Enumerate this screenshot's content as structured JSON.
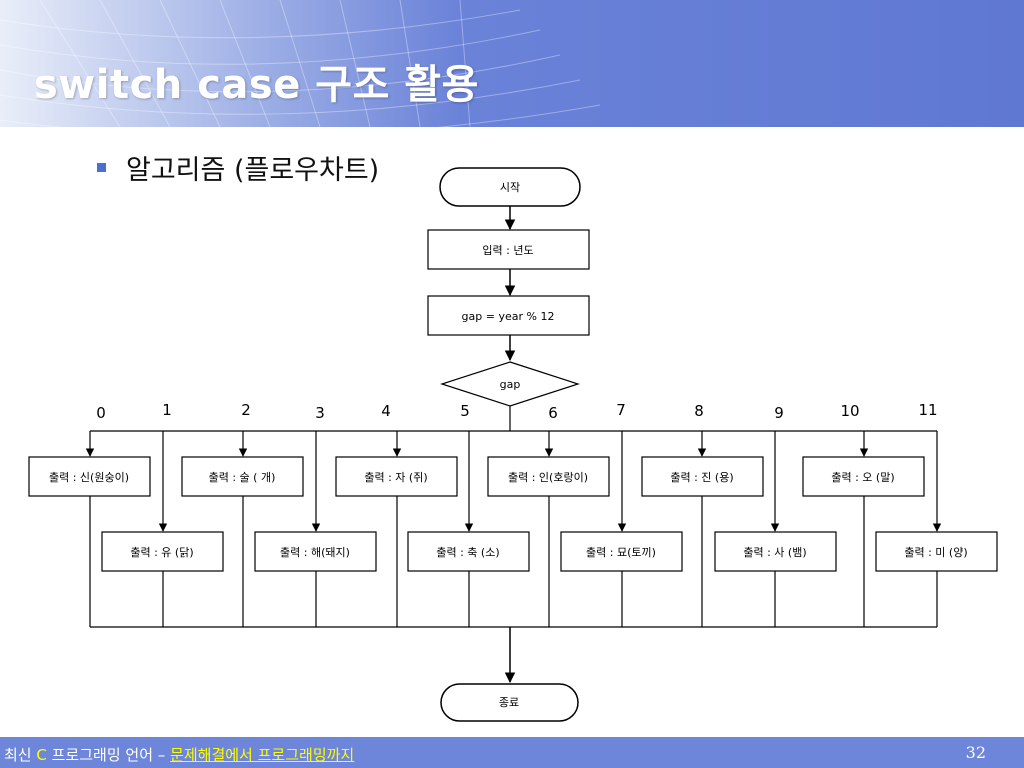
{
  "slide": {
    "title": "switch case 구조 활용",
    "bullet": "알고리즘 (플로우차트)"
  },
  "flowchart": {
    "start": "시작",
    "input": "입력 : 년도",
    "calc": "gap = year % 12",
    "decision": "gap",
    "end": "종료",
    "cases": [
      {
        "label": "0",
        "text": "출력 : 신(원숭이)"
      },
      {
        "label": "1",
        "text": "출력 : 유 (닭)"
      },
      {
        "label": "2",
        "text": "출력 : 술 ( 개)"
      },
      {
        "label": "3",
        "text": "출력 : 해(돼지)"
      },
      {
        "label": "4",
        "text": "출력 : 자 (쥐)"
      },
      {
        "label": "5",
        "text": "출력 : 축 (소)"
      },
      {
        "label": "6",
        "text": "출력 : 인(호랑이)"
      },
      {
        "label": "7",
        "text": "출력 : 묘(토끼)"
      },
      {
        "label": "8",
        "text": "출력 : 진 (용)"
      },
      {
        "label": "9",
        "text": "출력 : 사 (뱀)"
      },
      {
        "label": "10",
        "text": "출력 : 오 (말)"
      },
      {
        "label": "11",
        "text": "출력 : 미 (양)"
      }
    ]
  },
  "footer": {
    "text_before": "최신 ",
    "c_letter": "C",
    "text_middle": " 프로그래밍 언어 – ",
    "text_highlight": "문제해결에서 프로그래밍까지",
    "page_number": "32"
  },
  "colors": {
    "header_blue": "#5f78d2",
    "footer_blue": "#6e86d9",
    "bullet_blue": "#4a6fd0",
    "footer_highlight": "#ffff00"
  }
}
